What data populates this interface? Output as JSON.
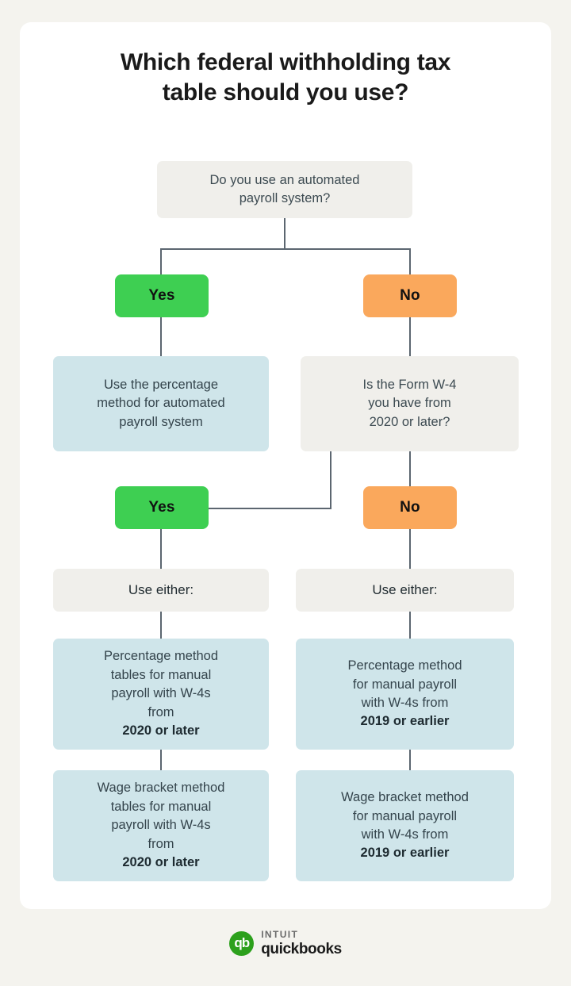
{
  "page": {
    "title_line1": "Which federal withholding tax",
    "title_line2": "table should you use?",
    "background_color": "#f4f3ee",
    "card_color": "#ffffff"
  },
  "colors": {
    "yes_green": "#3ecf52",
    "no_orange": "#faa85c",
    "result_blue": "#cfe5ea",
    "question_gray": "#f0efeb",
    "connector": "#5c6670"
  },
  "flowchart": {
    "type": "decision-tree",
    "root_question": "Do you use an automated payroll system?",
    "nodes": {
      "q1": {
        "id": "q1",
        "kind": "question",
        "text_line1": "Do you use an automated",
        "text_line2": "payroll system?",
        "text": "Do you use an automated payroll system?"
      },
      "q1_yes": {
        "id": "q1-yes",
        "kind": "choice",
        "label": "Yes"
      },
      "q1_no": {
        "id": "q1-no",
        "kind": "choice",
        "label": "No"
      },
      "r_automated": {
        "id": "result-automated",
        "kind": "result",
        "line1": "Use the percentage",
        "line2": "method for automated",
        "line3": "payroll system",
        "text": "Use the percentage method for automated payroll system"
      },
      "q2": {
        "id": "q2",
        "kind": "question",
        "line1": "Is the Form W-4",
        "line2": "you have from",
        "line3": "2020 or later?",
        "text": "Is the Form W-4 you have from 2020 or later?"
      },
      "q2_yes": {
        "id": "q2-yes",
        "kind": "choice",
        "label": "Yes"
      },
      "q2_no": {
        "id": "q2-no",
        "kind": "choice",
        "label": "No"
      },
      "either_left": {
        "id": "either-left",
        "kind": "either",
        "label": "Use either:"
      },
      "either_right": {
        "id": "either-right",
        "kind": "either",
        "label": "Use either:"
      },
      "pct_2020": {
        "id": "percentage-method-2020",
        "kind": "result",
        "line1": "Percentage method",
        "line2": "tables for manual",
        "line3": "payroll with W-4s",
        "line4_prefix": "from ",
        "line4_bold": "2020 or later",
        "text": "Percentage method tables for manual payroll with W-4s from 2020 or later"
      },
      "wage_2020": {
        "id": "wage-bracket-method-2020",
        "kind": "result",
        "line1": "Wage bracket method",
        "line2": "tables for manual",
        "line3": "payroll with W-4s",
        "line4_prefix": "from ",
        "line4_bold": "2020 or later",
        "text": "Wage bracket method tables for manual payroll with W-4s from 2020 or later"
      },
      "pct_2019": {
        "id": "percentage-method-2019",
        "kind": "result",
        "line1": "Percentage method",
        "line2": "for manual payroll",
        "line3": "with W-4s from",
        "line4_bold": "2019 or earlier",
        "text": "Percentage method for manual payroll with W-4s from 2019 or earlier"
      },
      "wage_2019": {
        "id": "wage-bracket-method-2019",
        "kind": "result",
        "line1": "Wage bracket method",
        "line2": "for manual payroll",
        "line3": "with W-4s from",
        "line4_bold": "2019 or earlier",
        "text": "Wage bracket method for manual payroll with W-4s from 2019 or earlier"
      }
    },
    "edges": [
      {
        "from": "q1",
        "to": "q1_yes",
        "label": "Yes"
      },
      {
        "from": "q1",
        "to": "q1_no",
        "label": "No"
      },
      {
        "from": "q1_yes",
        "to": "r_automated"
      },
      {
        "from": "q1_no",
        "to": "q2"
      },
      {
        "from": "q2",
        "to": "q2_yes",
        "label": "Yes"
      },
      {
        "from": "q2",
        "to": "q2_no",
        "label": "No"
      },
      {
        "from": "q2_yes",
        "to": "either_left"
      },
      {
        "from": "q2_no",
        "to": "either_right"
      },
      {
        "from": "either_left",
        "to": "pct_2020"
      },
      {
        "from": "pct_2020",
        "to": "wage_2020"
      },
      {
        "from": "either_right",
        "to": "pct_2019"
      },
      {
        "from": "pct_2019",
        "to": "wage_2019"
      }
    ]
  },
  "footer": {
    "logo_mark": "qb",
    "brand_top": "INTUIT",
    "brand_bottom": "quickbooks"
  }
}
